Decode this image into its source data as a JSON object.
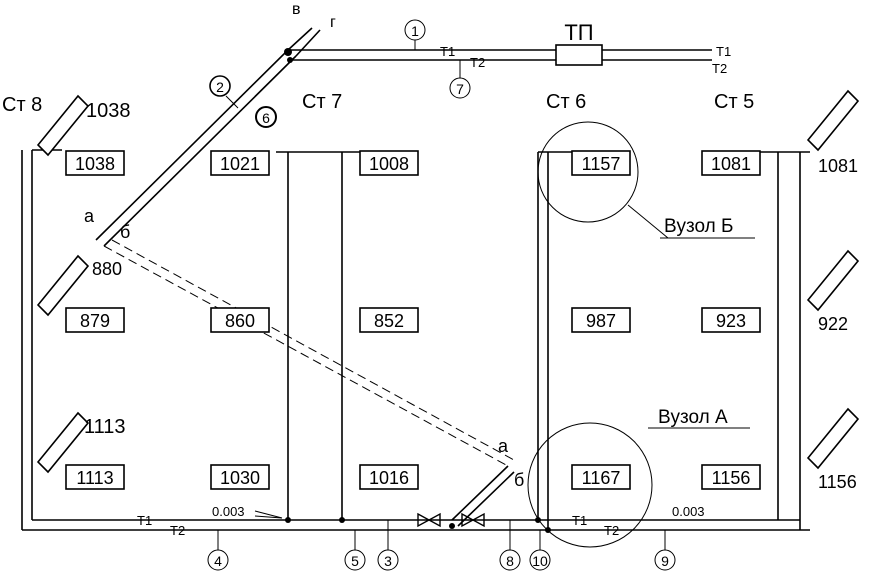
{
  "riser_labels": {
    "st8": "Ст 8",
    "st7": "Ст 7",
    "st6": "Ст 6",
    "st5": "Ст 5"
  },
  "heat_point": "ТП",
  "node_labels": {
    "b": "Вузол Б",
    "a": "Вузол А"
  },
  "section_numbers": [
    "1",
    "2",
    "3",
    "4",
    "5",
    "6",
    "7",
    "8",
    "9",
    "10"
  ],
  "pipe_labels": {
    "t1": "Т1",
    "t2": "Т2"
  },
  "letters": {
    "v": "в",
    "g": "г",
    "a": "а",
    "b": "б"
  },
  "slopes": {
    "left": "0.003",
    "right": "0.003"
  },
  "radiators": {
    "st8": {
      "top": "1038",
      "middle": "879",
      "bottom": "1113"
    },
    "st8_iso": {
      "top": "1038",
      "middle": "880",
      "bottom": "1113"
    },
    "st7_left": {
      "top": "1021",
      "middle": "860",
      "bottom": "1030"
    },
    "st7_right": {
      "top": "1008",
      "middle": "852",
      "bottom": "1016"
    },
    "st6": {
      "top": "1157",
      "middle": "987",
      "bottom": "1167"
    },
    "st5": {
      "top": "1081",
      "middle": "923",
      "bottom": "1156"
    },
    "st5_iso": {
      "top": "1081",
      "middle": "922",
      "bottom": "1156"
    }
  }
}
